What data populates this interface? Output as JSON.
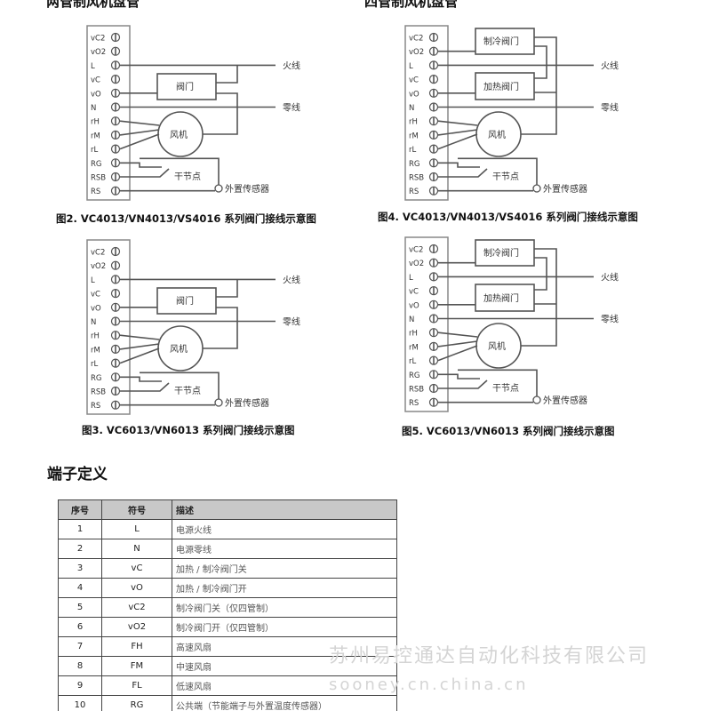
{
  "sections": {
    "left_heading": "两管制风机盘管",
    "right_heading": "四管制风机盘管"
  },
  "terminals": [
    "vC2",
    "vO2",
    "L",
    "vC",
    "vO",
    "N",
    "rH",
    "rM",
    "rL",
    "RG",
    "RSB",
    "RS"
  ],
  "labels": {
    "live": "火线",
    "neutral": "零线",
    "valve": "阀门",
    "cool_valve": "制冷阀门",
    "heat_valve": "加热阀门",
    "fan": "风机",
    "dry_contact": "干节点",
    "sensor": "外置传感器"
  },
  "captions": {
    "fig2": "图2. VC4013/VN4013/VS4016 系列阀门接线示意图",
    "fig4": "图4. VC4013/VN4013/VS4016 系列阀门接线示意图",
    "fig3": "图3. VC6013/VN6013 系列阀门接线示意图",
    "fig5": "图5. VC6013/VN6013 系列阀门接线示意图"
  },
  "terminal_def": {
    "title": "端子定义",
    "headers": [
      "序号",
      "符号",
      "描述"
    ],
    "rows": [
      [
        "1",
        "L",
        "电源火线"
      ],
      [
        "2",
        "N",
        "电源零线"
      ],
      [
        "3",
        "vC",
        "加热 / 制冷阀门关"
      ],
      [
        "4",
        "vO",
        "加热 / 制冷阀门开"
      ],
      [
        "5",
        "vC2",
        "制冷阀门关（仅四管制）"
      ],
      [
        "6",
        "vO2",
        "制冷阀门开（仅四管制）"
      ],
      [
        "7",
        "FH",
        "高速风扇"
      ],
      [
        "8",
        "FM",
        "中速风扇"
      ],
      [
        "9",
        "FL",
        "低速风扇"
      ],
      [
        "10",
        "RG",
        "公共端（节能端子与外置温度传感器）"
      ]
    ]
  },
  "watermark": {
    "company": "苏州易控通达自动化科技有限公司",
    "site": "sooney.cn.china.cn"
  }
}
